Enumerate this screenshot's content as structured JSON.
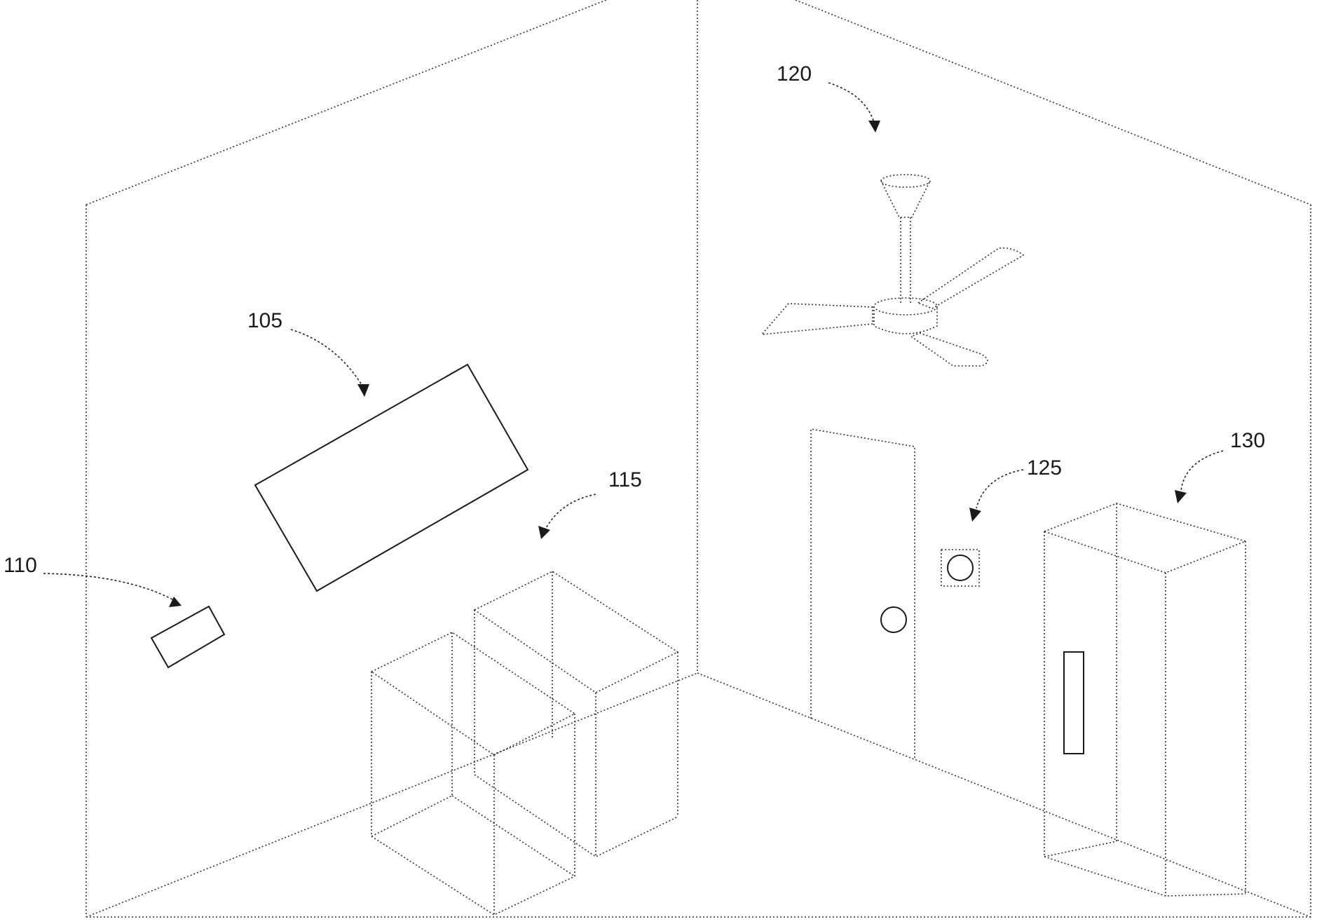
{
  "labels": {
    "l105": "105",
    "l110": "110",
    "l115": "115",
    "l120": "120",
    "l125": "125",
    "l130": "130"
  },
  "style": {
    "line_color": "#1a1a1a",
    "background": "#ffffff"
  }
}
